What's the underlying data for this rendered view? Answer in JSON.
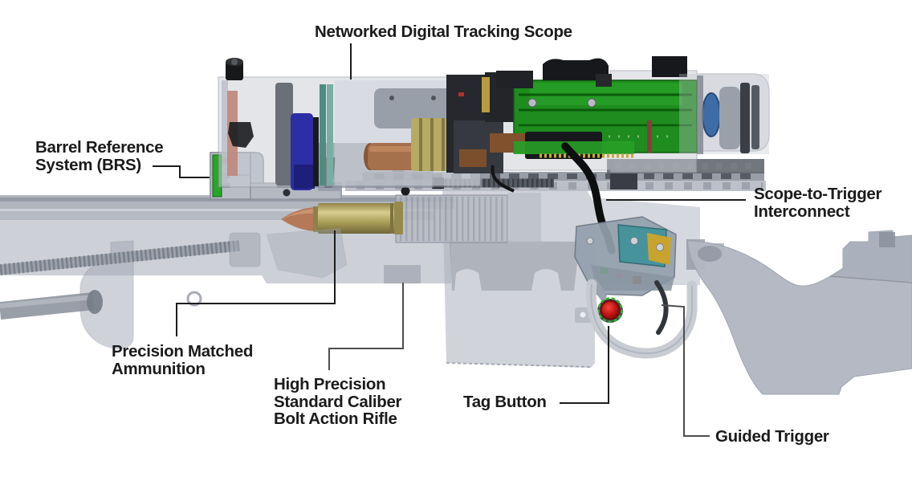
{
  "diagram": {
    "labels": [
      {
        "id": "scope",
        "text": "Networked Digital Tracking Scope"
      },
      {
        "id": "brs",
        "text": "Barrel Reference\nSystem (BRS)"
      },
      {
        "id": "interconnect",
        "text": "Scope-to-Trigger\nInterconnect"
      },
      {
        "id": "ammo",
        "text": "Precision Matched\nAmmunition"
      },
      {
        "id": "rifle",
        "text": "High Precision\nStandard Caliber\nBolt Action Rifle"
      },
      {
        "id": "tag",
        "text": "Tag Button"
      },
      {
        "id": "trigger",
        "text": "Guided Trigger"
      }
    ],
    "colors": {
      "background": "#ffffff",
      "label_text": "#1b1b1b",
      "leader_black": "#1c1c1c",
      "leader_gray": "#4d4d4d",
      "body_gray": "#aeb3bf",
      "stock_gray": "#b2b7c1",
      "pcb_green": "#1e8c1e",
      "pcb_green_bright": "#2aa42a",
      "ring_blue": "#2b2ea4",
      "lens_teal": "#4e8c82",
      "lens_teal_light": "#79ada3",
      "eyepiece_lens_blue": "#3e6ca6",
      "copper": "#a5704c",
      "brass": "#b7aa64",
      "cartridge_brass": "#a69a55",
      "bullet_copper": "#b5795a",
      "front_lens_salmon": "#c08a80",
      "tag_button_red": "#c41414",
      "tag_button_ring_green": "#2bb52b",
      "trigger_board_teal": "#47939b",
      "connector_yellow": "#c8a42e",
      "cable_black": "#0d0e10",
      "module_black": "#17181b"
    }
  }
}
